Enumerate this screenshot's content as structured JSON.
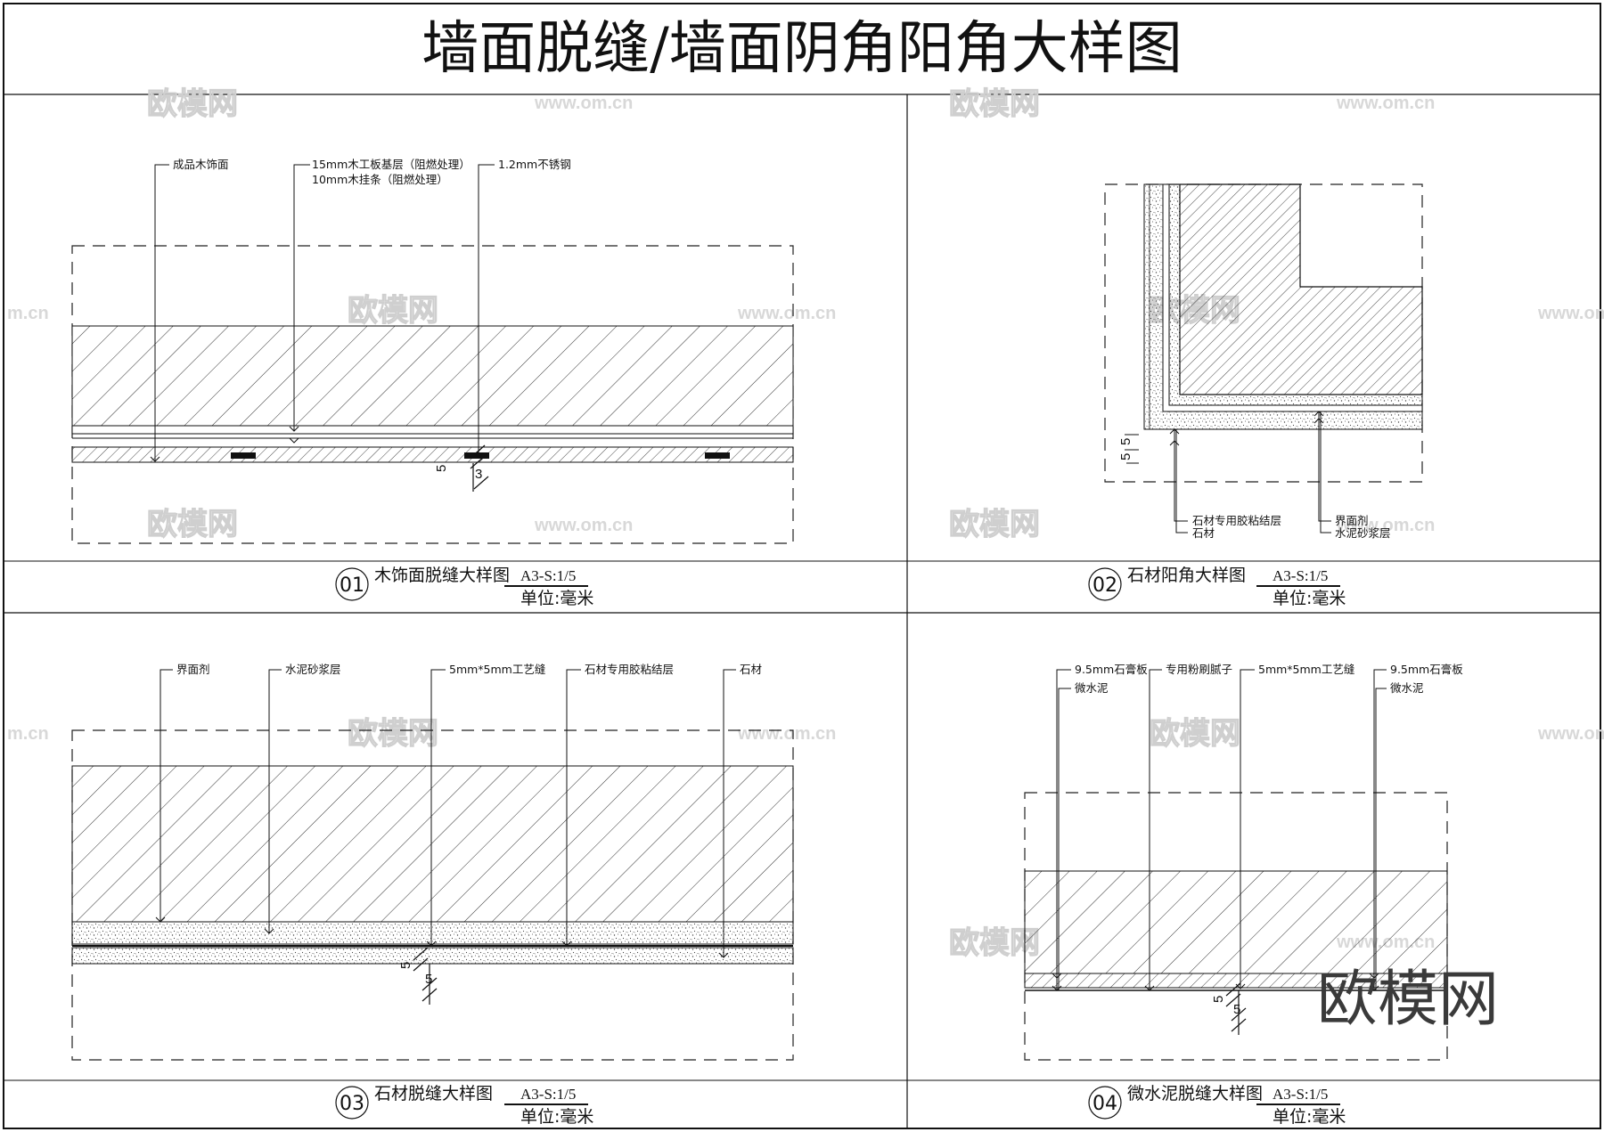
{
  "title": "墙面脱缝/墙面阴角阳角大样图",
  "watermark": {
    "logo": "欧模网",
    "url": "www.om.cn",
    "url_short": "m.cn",
    "url_short2": "www.om"
  },
  "details": [
    {
      "number": "01",
      "name": "木饰面脱缝大样图",
      "scale": "A3-S:1/5",
      "unit": "单位:毫米",
      "notes": [
        "成品木饰面",
        "15mm木工板基层（阻燃处理）",
        "10mm木挂条（阻燃处理）",
        "1.2mm不锈钢"
      ],
      "dims": [
        "5",
        "3"
      ]
    },
    {
      "number": "02",
      "name": "石材阳角大样图",
      "scale": "A3-S:1/5",
      "unit": "单位:毫米",
      "notes": [
        "石材专用胶粘结层",
        "石材",
        "界面剂",
        "水泥砂浆层"
      ],
      "dims": [
        "5",
        "5"
      ]
    },
    {
      "number": "03",
      "name": "石材脱缝大样图",
      "scale": "A3-S:1/5",
      "unit": "单位:毫米",
      "notes": [
        "界面剂",
        "水泥砂浆层",
        "5mm*5mm工艺缝",
        "石材专用胶粘结层",
        "石材"
      ],
      "dims": [
        "5",
        "5"
      ]
    },
    {
      "number": "04",
      "name": "微水泥脱缝大样图",
      "scale": "A3-S:1/5",
      "unit": "单位:毫米",
      "notes": [
        "9.5mm石膏板",
        "微水泥",
        "专用粉刷腻子",
        "5mm*5mm工艺缝",
        "9.5mm石膏板",
        "微水泥"
      ],
      "dims": [
        "5",
        "5"
      ]
    }
  ],
  "colors": {
    "line": "#111111",
    "hatch": "#333333",
    "watermark": "#cfcfcf"
  }
}
